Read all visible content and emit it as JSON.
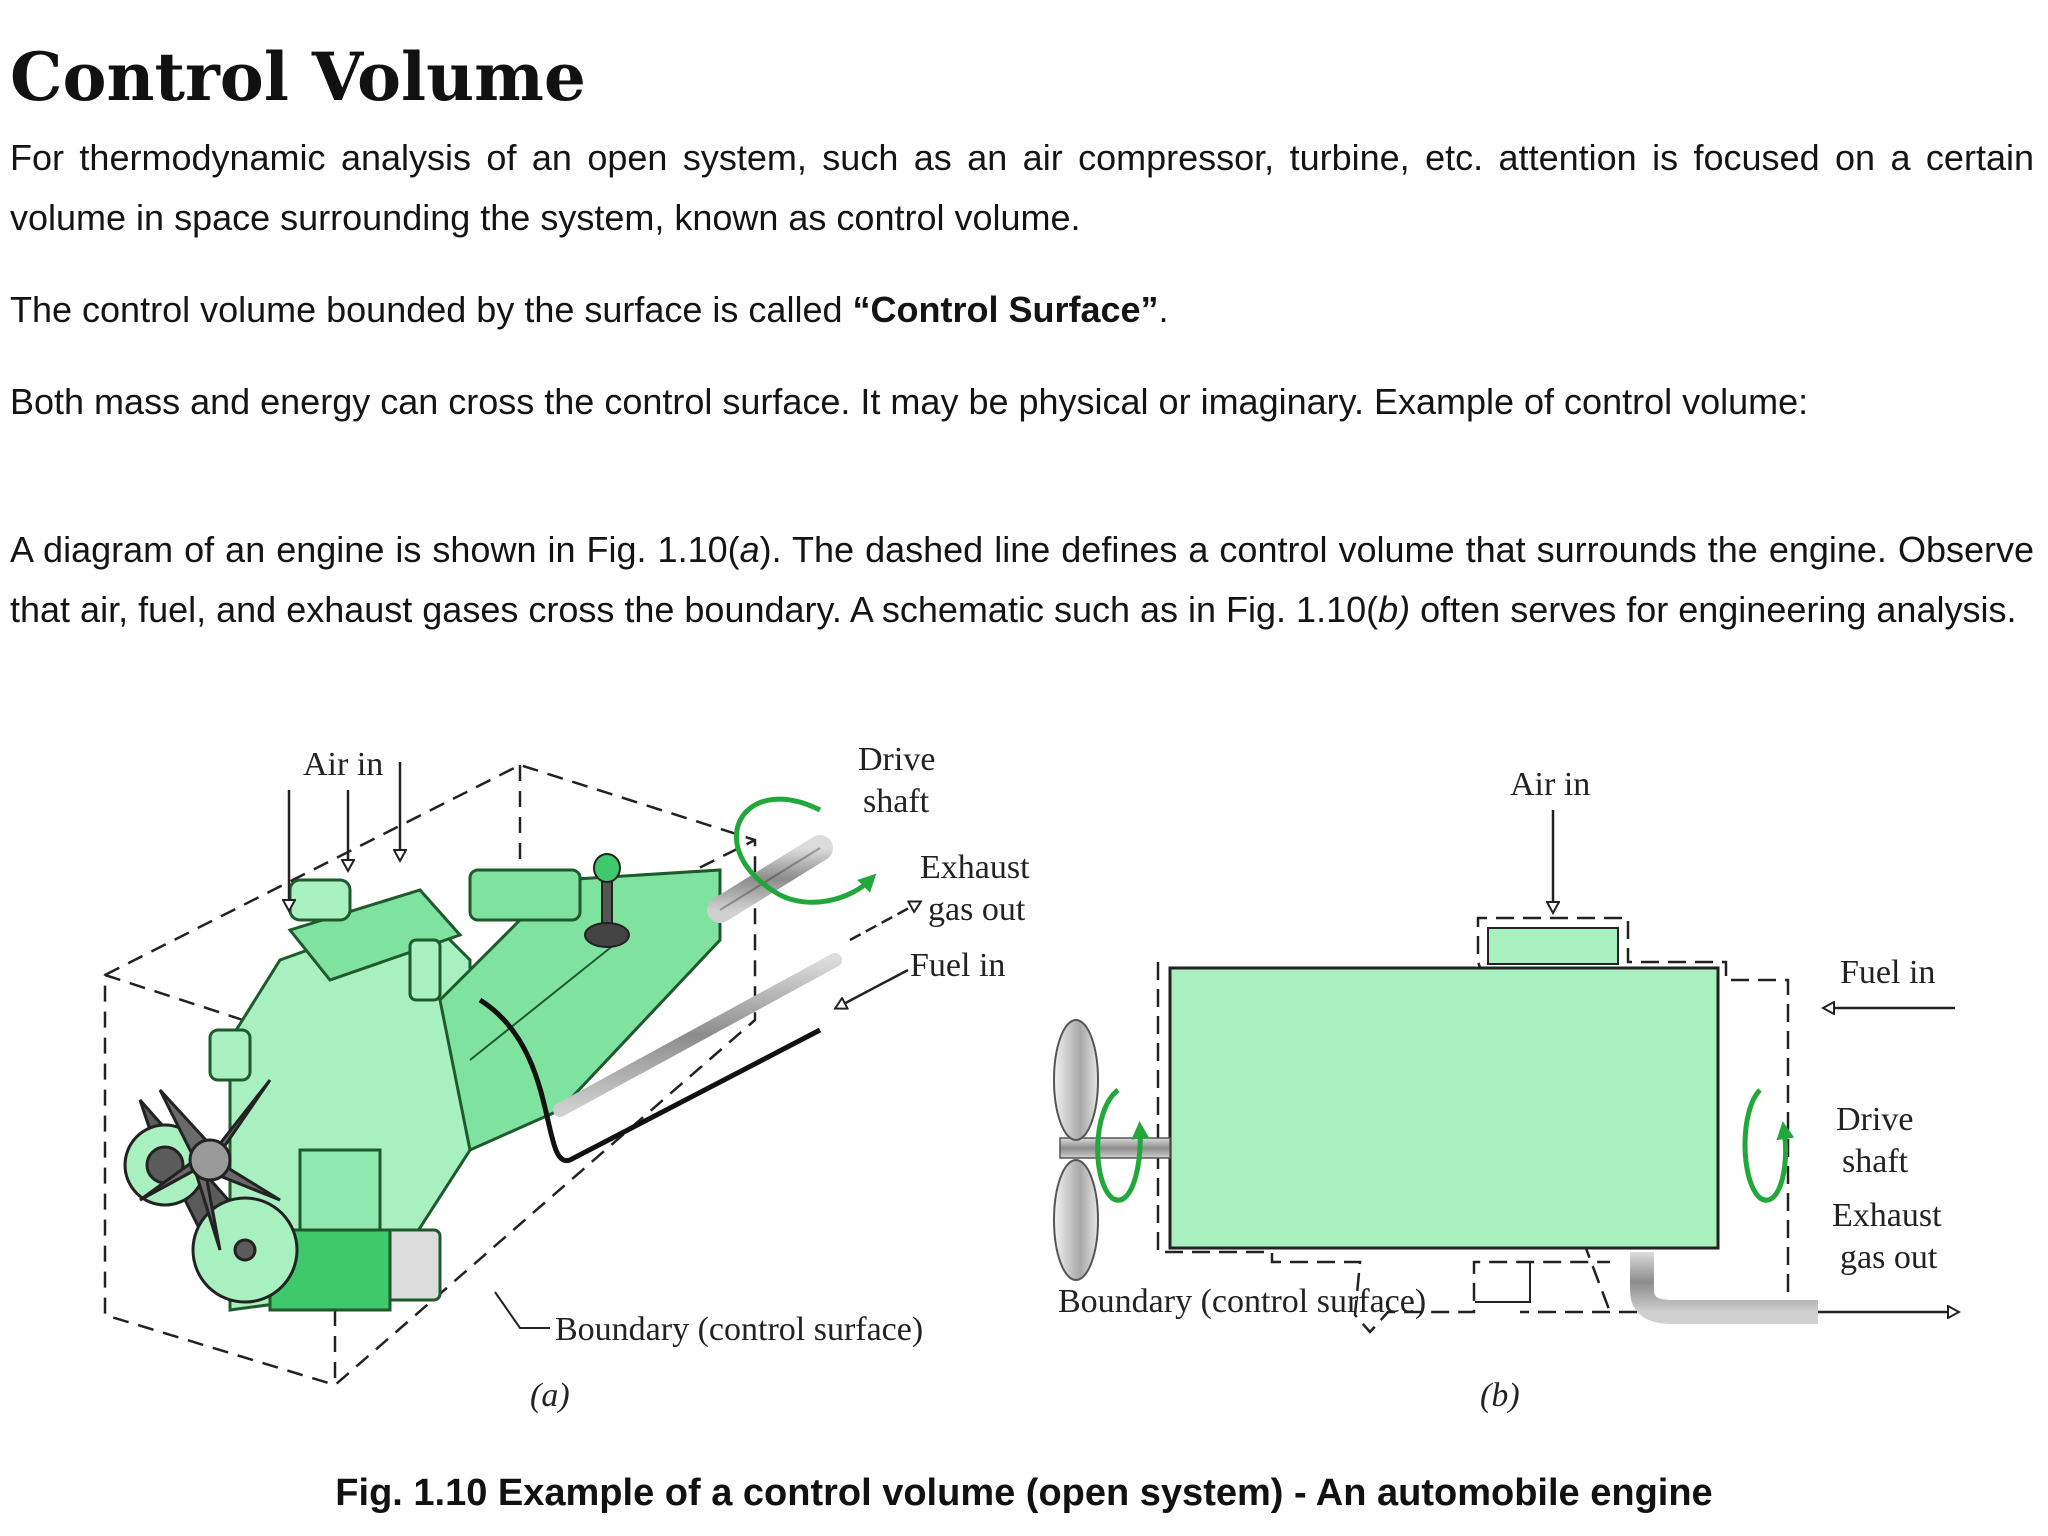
{
  "heading": "Control Volume",
  "p1": "For thermodynamic analysis of an open system, such as an air compressor, turbine, etc. attention is focused on a certain volume in space surrounding the system, known as control volume.",
  "p2": {
    "pre": "The control volume bounded by the surface is called ",
    "bold": "“Control Surface”",
    "post": "."
  },
  "p3": "Both mass and energy can cross the control surface. It may be physical or imaginary. Example of control volume:",
  "p4": {
    "a": "A diagram of an engine is shown in Fig. 1.10(",
    "a_italic": "a",
    "b": "). The dashed line defines a control volume that surrounds the engine. Observe that air, fuel, and exhaust gases cross the boundary. A schematic such as in Fig. 1.10(",
    "b_italic": "b)",
    "c": " often serves for engineering analysis."
  },
  "figure": {
    "a": {
      "air_in": "Air in",
      "drive": "Drive",
      "shaft": "shaft",
      "exhaust": "Exhaust",
      "gas_out": "gas out",
      "fuel_in": "Fuel in",
      "boundary": "Boundary (control surface)",
      "sublabel": "(a)"
    },
    "b": {
      "air_in": "Air in",
      "fuel_in": "Fuel in",
      "drive": "Drive",
      "shaft": "shaft",
      "exhaust": "Exhaust",
      "gas_out": "gas out",
      "boundary": "Boundary (control surface)",
      "sublabel": "(b)"
    },
    "caption": "Fig. 1.10 Example of a control volume (open system) - An automobile engine"
  },
  "colors": {
    "engine_green": "#a8f0bf",
    "engine_dark_green": "#3fc96a",
    "arrow_green": "#22a83a",
    "shaft_grey": "#9a9a9a"
  }
}
